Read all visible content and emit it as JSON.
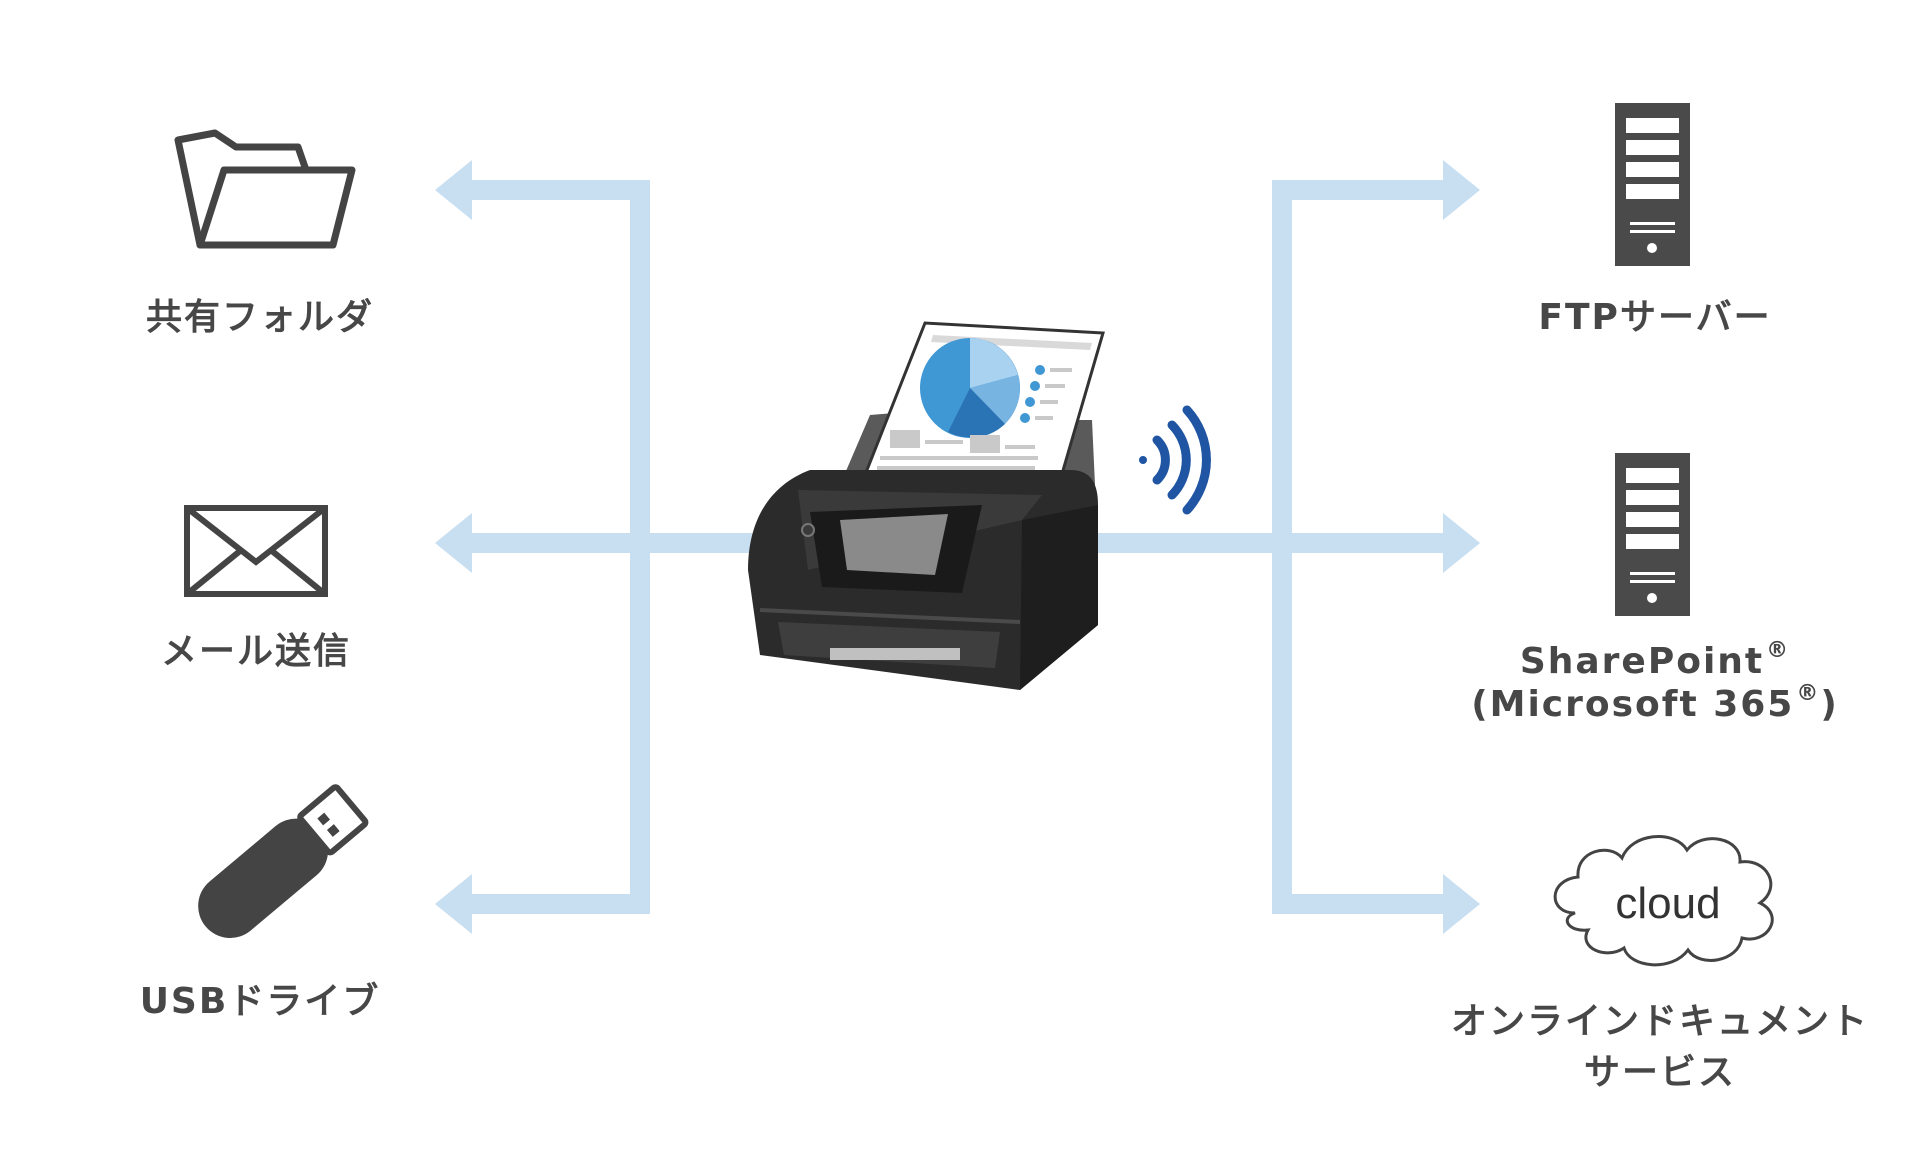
{
  "colors": {
    "connector": "#c8dff2",
    "icon": "#444444",
    "wifi": "#1f55a2",
    "pie": [
      "#3f97d4",
      "#77b4e2",
      "#2a73b5",
      "#a9d1f0"
    ]
  },
  "left_destinations": [
    {
      "label": "共有フォルダ",
      "icon": "folder-icon"
    },
    {
      "label": "メール送信",
      "icon": "envelope-icon"
    },
    {
      "label": "USBドライブ",
      "icon": "usb-drive-icon"
    }
  ],
  "right_destinations": [
    {
      "label": "FTPサーバー",
      "icon": "server-icon"
    },
    {
      "label_line1": "SharePoint",
      "label_line1_mark": "®",
      "label_line2": "(Microsoft 365",
      "label_line2_mark": "®",
      "label_line2_close": ")",
      "icon": "server-icon"
    },
    {
      "label_line1": "オンラインドキュメント",
      "label_line2": "サービス",
      "icon": "cloud-icon",
      "icon_text": "cloud"
    }
  ],
  "center": {
    "device": "scanner-icon",
    "wireless": "wifi-signal-icon"
  }
}
